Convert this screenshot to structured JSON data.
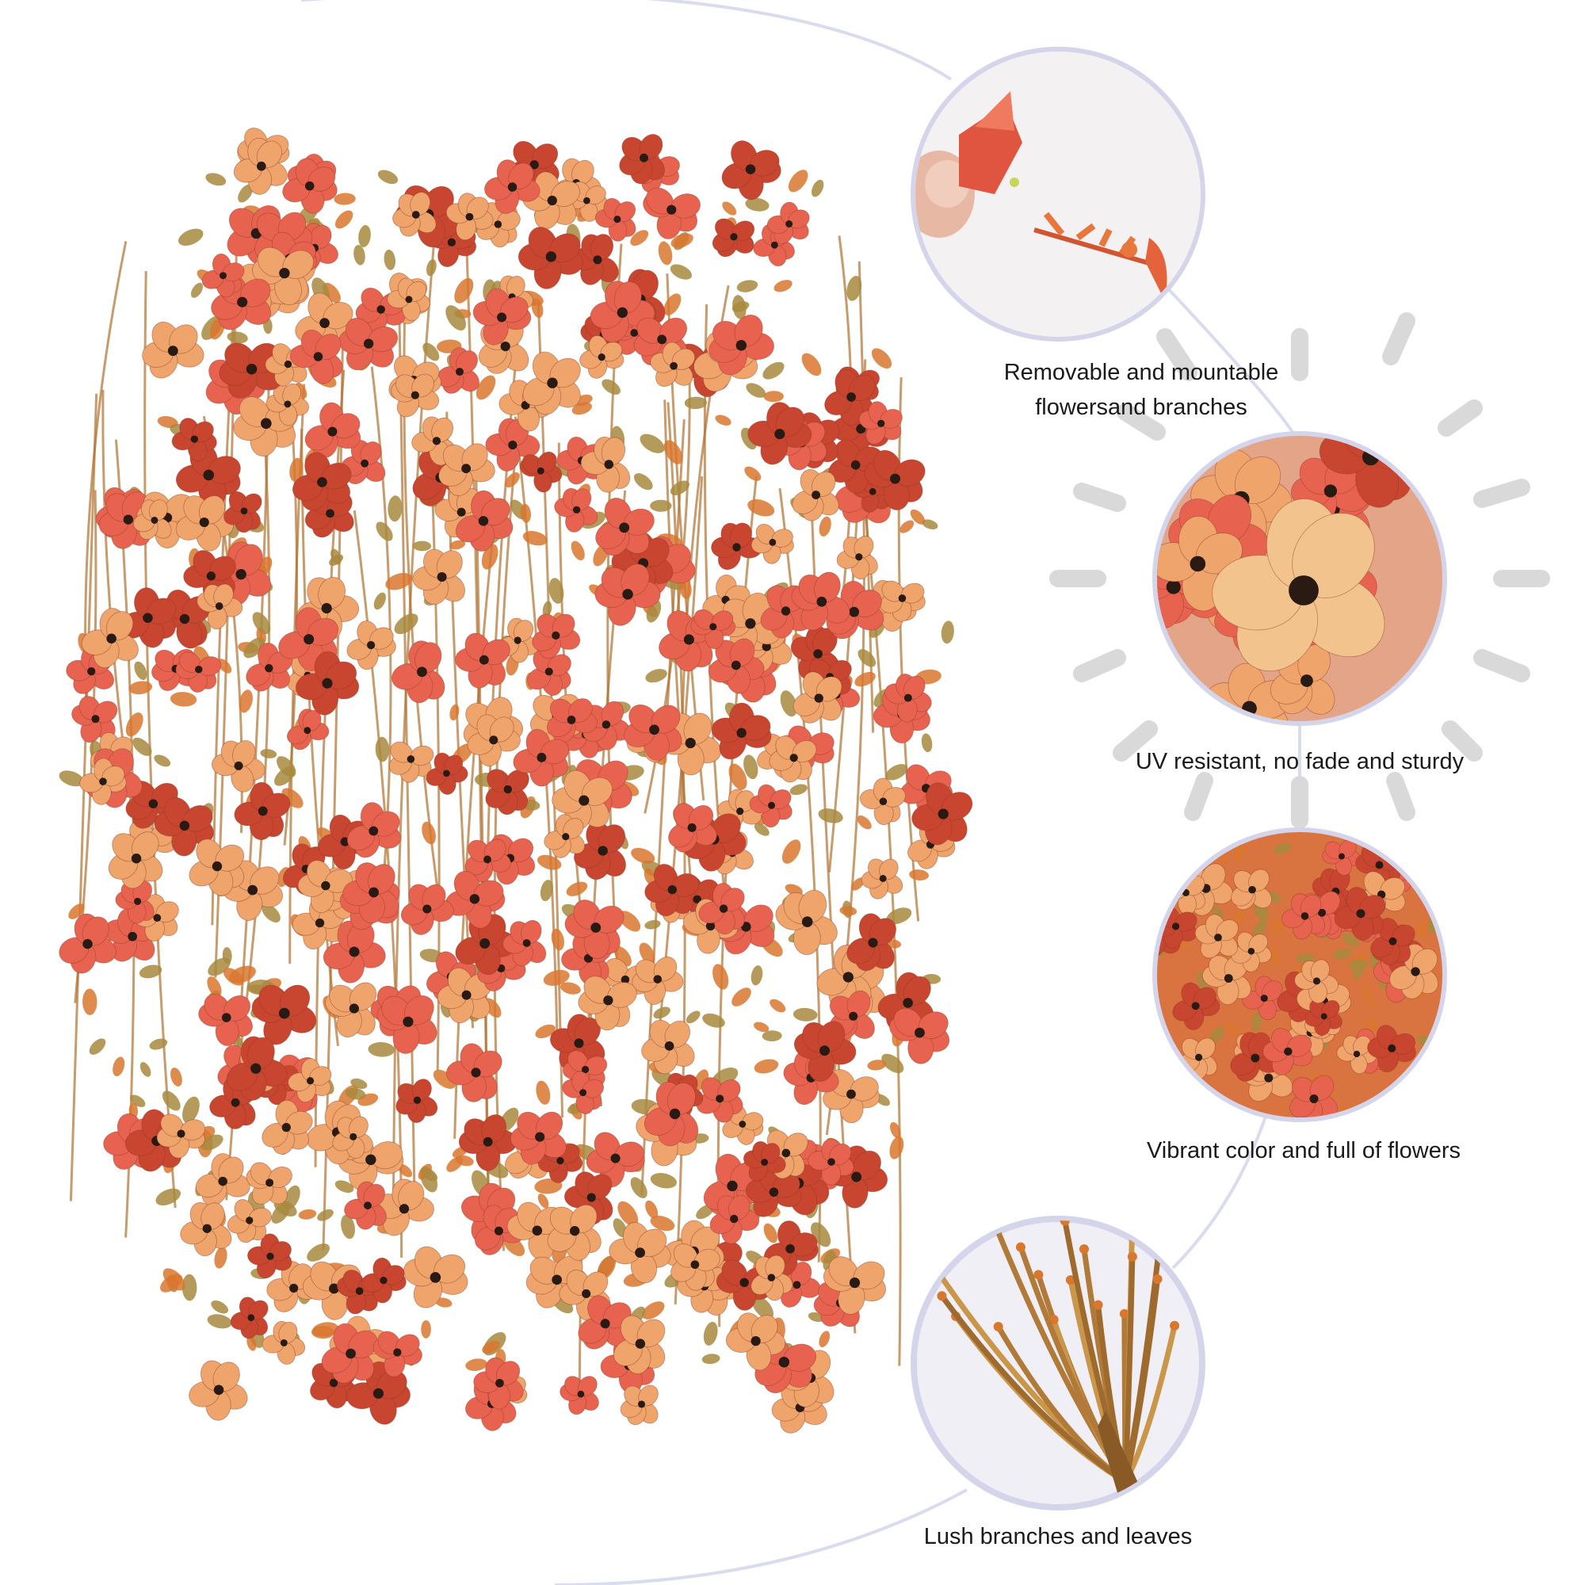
{
  "colors": {
    "background": "#ffffff",
    "connector_line": "#d9dbee",
    "circle_border": "#d4d5ea",
    "sun_rays": "#d9d9d9",
    "petal_coral": "#e8634f",
    "petal_peach": "#eea46a",
    "petal_rust": "#c8452f",
    "leaf_olive": "#a88a3e",
    "leaf_orange": "#d9772f",
    "stamen": "#2a1a14"
  },
  "features": [
    {
      "icon": "finger-holding-flower-icon",
      "caption_lines": [
        "Removable and mountable",
        "flowersand branches"
      ]
    },
    {
      "icon": "flower-closeup-icon",
      "caption_lines": [
        "UV resistant, no fade and sturdy"
      ]
    },
    {
      "icon": "flower-cluster-icon",
      "caption_lines": [
        "Vibrant color and full of flowers"
      ]
    },
    {
      "icon": "branch-stems-icon",
      "caption_lines": [
        "Lush branches and leaves"
      ]
    }
  ]
}
